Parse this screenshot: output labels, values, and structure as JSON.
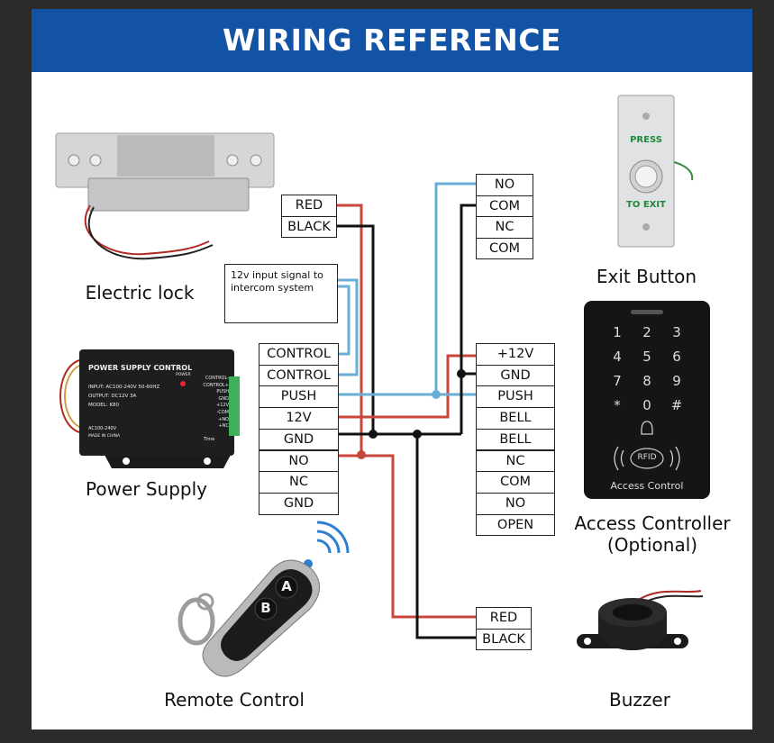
{
  "title": "WIRING REFERENCE",
  "devices": {
    "electric_lock": "Electric lock",
    "power_supply": "Power Supply",
    "exit_button": "Exit Button",
    "access_controller_line1": "Access Controller",
    "access_controller_line2": "(Optional)",
    "remote_control": "Remote Control",
    "buzzer": "Buzzer"
  },
  "note": "12v input signal to intercom system",
  "lock_terminals": [
    "RED",
    "BLACK"
  ],
  "exit_terminals": [
    "NO",
    "COM",
    "NC",
    "COM"
  ],
  "psu_terminals": [
    "CONTROL",
    "CONTROL",
    "PUSH",
    "12V",
    "GND",
    "NO",
    "NC",
    "GND"
  ],
  "controller_terminals": [
    "+12V",
    "GND",
    "PUSH",
    "BELL",
    "BELL",
    "NC",
    "COM",
    "NO",
    "OPEN"
  ],
  "buzzer_terminals": [
    "RED",
    "BLACK"
  ],
  "psu_device": {
    "title": "POWER SUPPLY CONTROL",
    "input": "INPUT: AC100-240V 50-60HZ",
    "output": "OUTPUT: DC12V 3A",
    "model": "MODEL: K80",
    "power": "POWER",
    "side_labels": [
      "CONTROL-",
      "CONTROL+",
      "PUSH",
      "GND",
      "+12V",
      "-COM",
      "+NO",
      "+NC"
    ],
    "bottom1": "AC100-240V",
    "bottom2": "MADE IN CHINA",
    "time": "Time"
  },
  "exit_device": {
    "press": "PRESS",
    "to_exit": "TO EXIT"
  },
  "keypad": {
    "keys": [
      "1",
      "2",
      "3",
      "4",
      "5",
      "6",
      "7",
      "8",
      "9",
      "*",
      "0",
      "#"
    ],
    "rfid": "RFID",
    "caption": "Access Control"
  },
  "remote": {
    "button_a": "A",
    "button_b": "B"
  },
  "colors": {
    "banner": "#1353a6",
    "red_wire": "#c8463c",
    "black_wire": "#111111",
    "blue_wire": "#6aaed6"
  }
}
